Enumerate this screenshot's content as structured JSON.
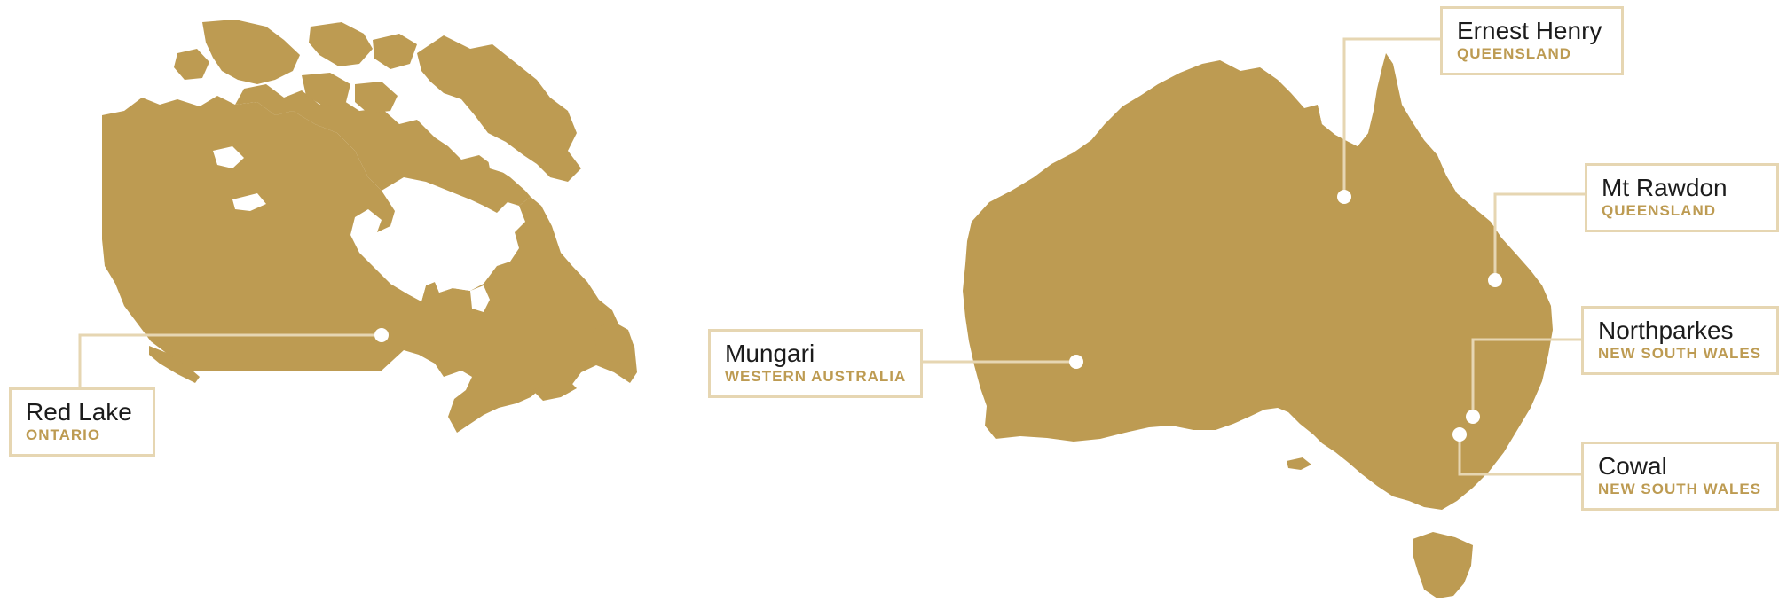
{
  "colors": {
    "land": "#bd9b52",
    "accent": "#bd9b52",
    "leader_line": "#e6d6b2",
    "label_border": "#e6d6b2",
    "site_marker": "#ffffff",
    "name_text": "#1c1c1c"
  },
  "sites": [
    {
      "id": "red-lake",
      "name": "Red Lake",
      "region": "ONTARIO"
    },
    {
      "id": "mungari",
      "name": "Mungari",
      "region": "WESTERN AUSTRALIA"
    },
    {
      "id": "ernest-henry",
      "name": "Ernest Henry",
      "region": "QUEENSLAND"
    },
    {
      "id": "mt-rawdon",
      "name": "Mt Rawdon",
      "region": "QUEENSLAND"
    },
    {
      "id": "northparkes",
      "name": "Northparkes",
      "region": "NEW SOUTH WALES"
    },
    {
      "id": "cowal",
      "name": "Cowal",
      "region": "NEW SOUTH WALES"
    }
  ]
}
